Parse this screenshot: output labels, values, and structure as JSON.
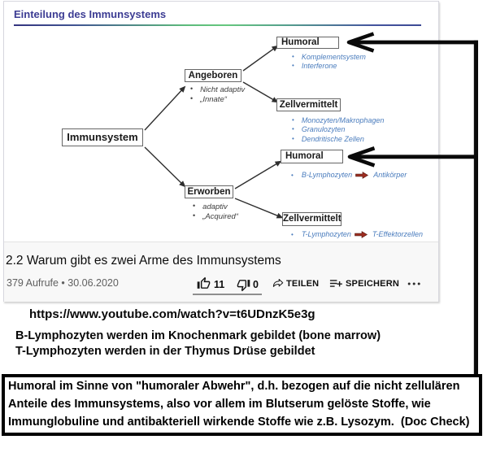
{
  "slide": {
    "title": "Einteilung des Immunsystems",
    "nodes": {
      "root": {
        "label": "Immunsystem"
      },
      "angeboren": {
        "label": "Angeboren",
        "bullets": [
          "Nicht adaptiv",
          "„Innate“"
        ]
      },
      "humoral_innate": {
        "label": "Humoral",
        "bullets": [
          "Komplementsystem",
          "Interferone"
        ]
      },
      "zellvermittelt_innate": {
        "label": "Zellvermittelt",
        "bullets": [
          "Monozyten/Makrophagen",
          "Granulozyten",
          "Dendritische Zellen"
        ]
      },
      "erworben": {
        "label": "Erworben",
        "bullets": [
          "adaptiv",
          "„Acquired“"
        ]
      },
      "humoral_acquired": {
        "label": "Humoral",
        "bullet": "B-Lymphozyten",
        "result": "Antikörper"
      },
      "zellvermittelt_acquired": {
        "label": "Zellvermittelt",
        "bullet": "T-Lymphozyten",
        "result": "T-Effektorzellen"
      }
    }
  },
  "video": {
    "title": "2.2 Warum gibt es zwei Arme des Immunsystems",
    "meta": "379 Aufrufe • 30.06.2020",
    "like_count": "11",
    "dislike_count": "0",
    "share_label": "TEILEN",
    "save_label": "SPEICHERN"
  },
  "notes": {
    "url": "https://www.youtube.com/watch?v=t6UDnzK5e3g",
    "line_b": "B-Lymphozyten werden im Knochenmark gebildet (bone marrow)",
    "line_t": "T-Lymphozyten werden in der Thymus Drüse gebildet",
    "box_lines": [
      "Humoral im Sinne von \"humoraler Abwehr\", d.h. bezogen auf die nicht zellulären",
      "Anteile des Immunsystems, also vor allem im Blutserum gelöste Stoffe, wie",
      "Immunglobuline und antibakteriell wirkende Stoffe wie z.B. Lysozym.  (Doc Check)"
    ]
  },
  "colors": {
    "heading": "#3c3c93",
    "bullet_blue": "#4a7cbd",
    "annotation_black": "#0a0a0a",
    "red_arrow": "#9e2d20"
  }
}
